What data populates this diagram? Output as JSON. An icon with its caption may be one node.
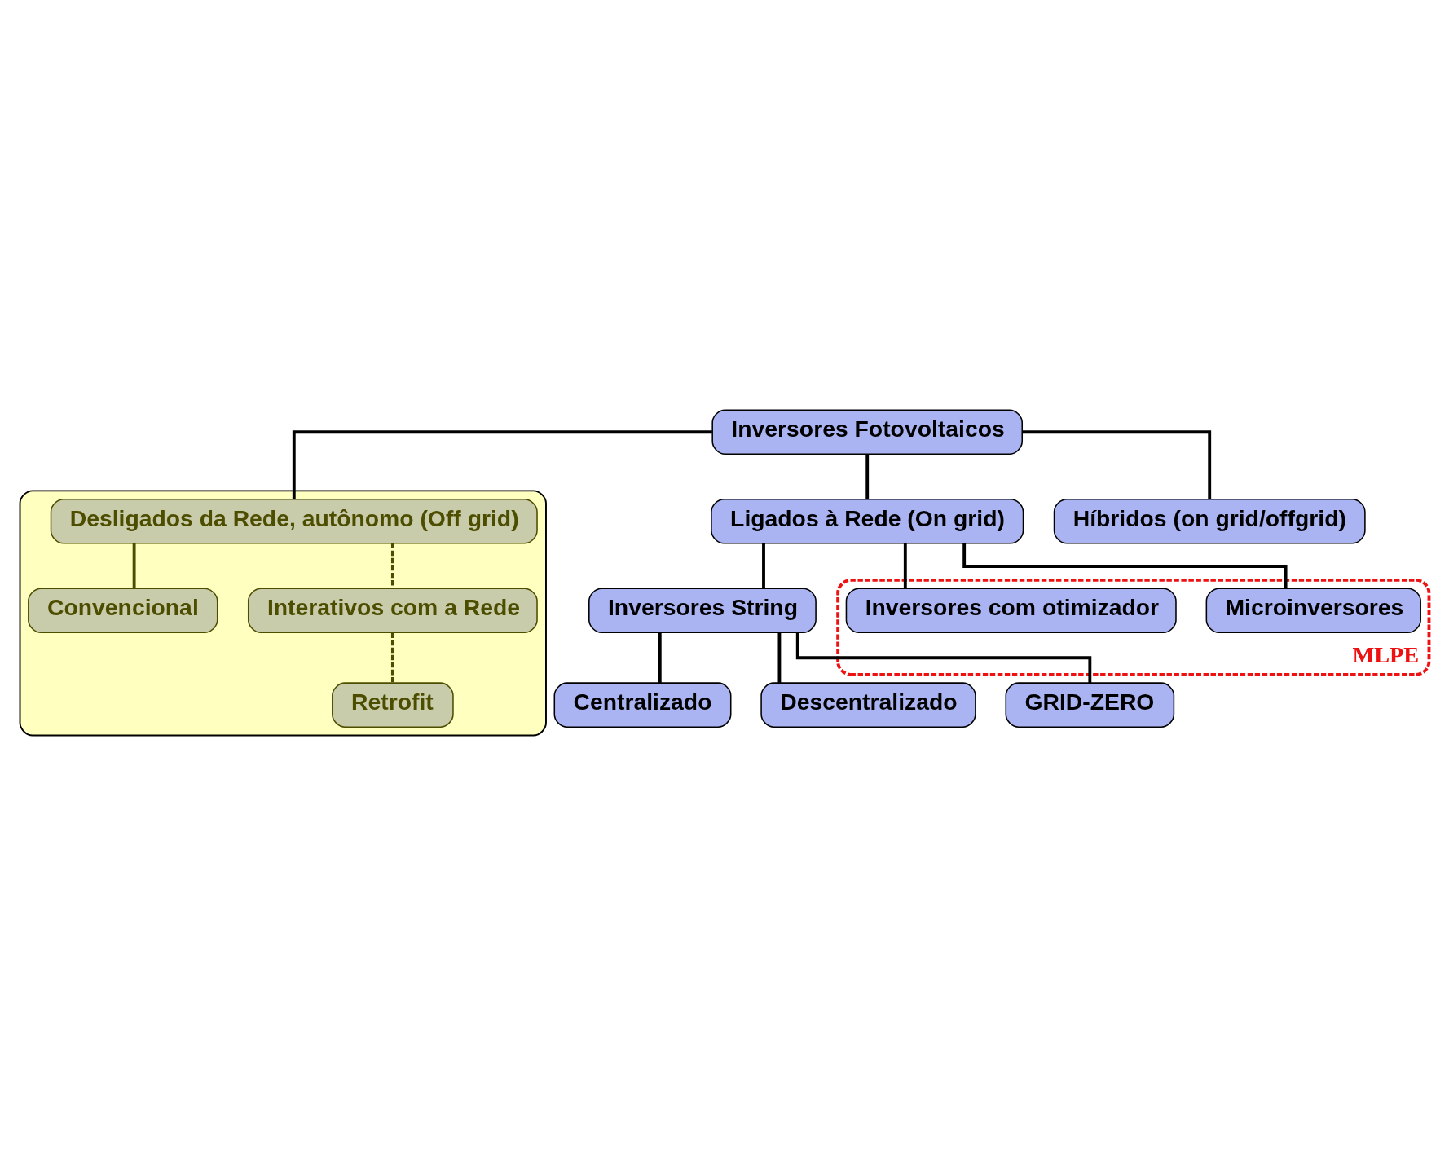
{
  "diagram": {
    "nodes": [
      {
        "text": [
          "Inversores Fotovoltaicos"
        ]
      },
      {
        "text": [
          "Ligados à Rede (On grid)"
        ]
      },
      {
        "text": [],
        "shape": "box"
      },
      {
        "text": [
          "Desligados da Rede, autônomo (Off grid)"
        ],
        "in": 2
      },
      {
        "text": [
          "Híbridos (on grid/offgrid)"
        ]
      },
      {
        "text": [
          "Inversores String"
        ]
      },
      {
        "text": [
          "Centralizado"
        ]
      },
      {
        "text": [
          "Descentralizado"
        ]
      },
      {
        "text": [
          "GRID-ZERO"
        ]
      },
      {
        "text": [
          "Convencional"
        ],
        "in": 2
      },
      {
        "text": [
          "Interativos com a Rede"
        ],
        "in": 2
      },
      {
        "text": [
          "Retrofit"
        ],
        "in": 2
      },
      {
        "text": [
          "MLPE"
        ]
      },
      {
        "text": [
          "Microinversores"
        ],
        "in": 12
      },
      {
        "text": [
          "Inversores com otimizador"
        ],
        "in": 12
      }
    ],
    "edges": [
      {
        "from": 0,
        "to": 1,
        "arrow": "none"
      },
      {
        "from": 0,
        "to": 3,
        "arrow": "none"
      },
      {
        "from": 0,
        "to": 4,
        "arrow": "none"
      },
      {
        "from": 1,
        "to": 5,
        "arrow": "none"
      },
      {
        "from": 1,
        "to": 13,
        "arrow": "none"
      },
      {
        "from": 1,
        "to": 14,
        "arrow": "none"
      },
      {
        "from": 5,
        "to": 6,
        "arrow": "none"
      },
      {
        "from": 5,
        "to": 7,
        "arrow": "none"
      },
      {
        "from": 5,
        "to": 8,
        "arrow": "none"
      },
      {
        "from": 3,
        "to": 9,
        "arrow": "none",
        "color": "#4d4d00"
      },
      {
        "from": 3,
        "to": 10,
        "arrow": "none",
        "style": "dashed",
        "color": "#4d4d00"
      },
      {
        "from": 10,
        "to": 11,
        "arrow": "none",
        "style": "dashed",
        "color": "#4d4d00"
      }
    ]
  }
}
